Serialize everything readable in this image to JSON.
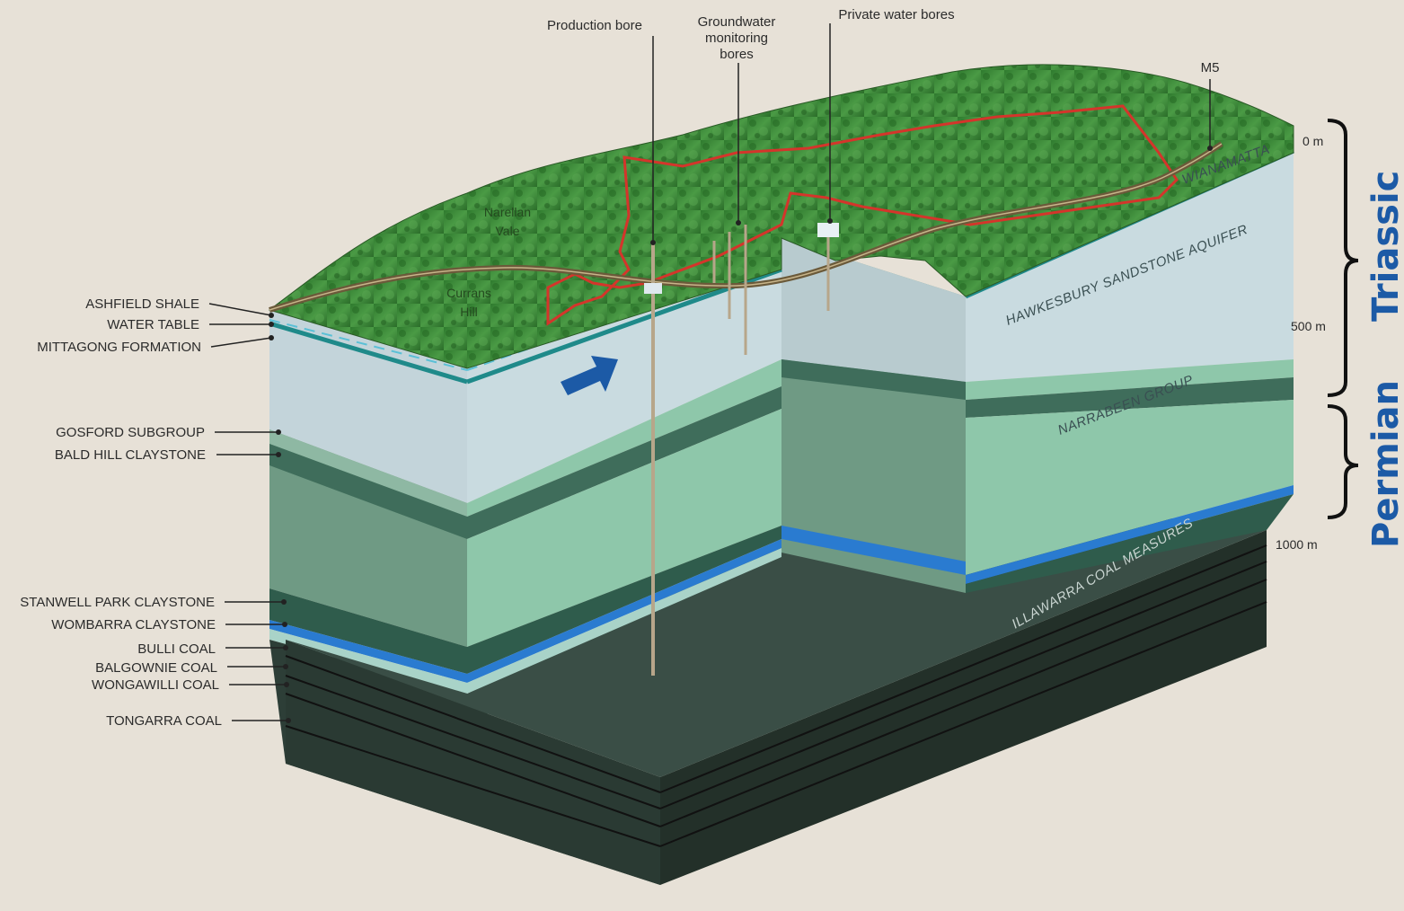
{
  "callouts": {
    "production_bore": "Production bore",
    "monitoring_bores_l1": "Groundwater",
    "monitoring_bores_l2": "monitoring",
    "monitoring_bores_l3": "bores",
    "private_bores": "Private water bores",
    "m5": "M5"
  },
  "places": {
    "narellan_l1": "Narellan",
    "narellan_l2": "Vale",
    "currans_l1": "Currans",
    "currans_l2": "Hill"
  },
  "strata_labels": [
    "ASHFIELD SHALE",
    "WATER TABLE",
    "MITTAGONG FORMATION",
    "GOSFORD SUBGROUP",
    "BALD HILL CLAYSTONE",
    "STANWELL PARK CLAYSTONE",
    "WOMBARRA CLAYSTONE",
    "BULLI COAL",
    "BALGOWNIE COAL",
    "WONGAWILLI COAL",
    "TONGARRA COAL"
  ],
  "face_labels": {
    "wianamatta": "WIANAMATTA",
    "hawkesbury": "HAWKESBURY SANDSTONE AQUIFER",
    "narrabeen": "NARRABEEN GROUP",
    "illawarra": "ILLAWARRA COAL MEASURES"
  },
  "depth_scale": [
    "0 m",
    "500 m",
    "1000 m"
  ],
  "periods": {
    "triassic": "Triassic",
    "permian": "Permian"
  },
  "colors": {
    "background": "#e7e1d7",
    "terrain": "#3f8f3a",
    "sandstone": "#c9dde0",
    "narrabeen": "#8cc6aa",
    "coal": "#2f4a40",
    "aquifer_line": "#1f8a8a",
    "water_table": "#5bc0d6",
    "wombarra_band": "#2a7bd0",
    "boundary_line": "#d4352b",
    "road": "#6b5a3a",
    "period_text": "#1c5aa6",
    "flow_arrow": "#1c5aa6"
  }
}
